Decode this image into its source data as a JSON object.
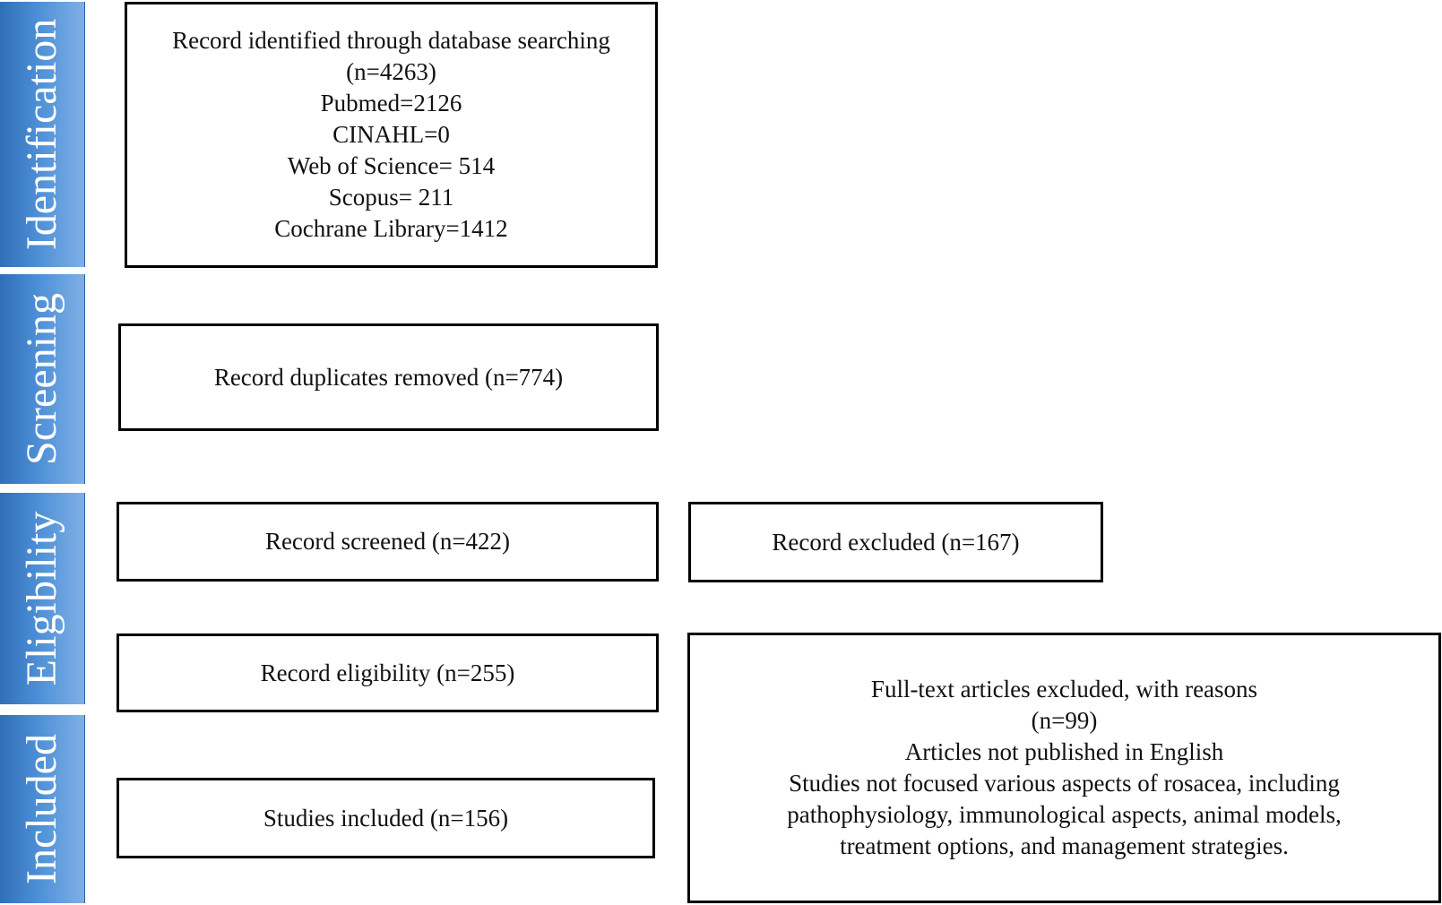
{
  "stages": {
    "identification": "Identification",
    "screening": "Screening",
    "eligibility": "Eligibility",
    "included": "Included"
  },
  "boxes": {
    "identified": {
      "lines": [
        "Record identified through database searching",
        "(n=4263)",
        "Pubmed=2126",
        "CINAHL=0",
        "Web of Science= 514",
        "Scopus= 211",
        "Cochrane Library=1412"
      ]
    },
    "duplicates": "Record duplicates removed (n=774)",
    "screened": "Record screened (n=422)",
    "excluded": "Record excluded (n=167)",
    "eligibility": "Record eligibility (n=255)",
    "included": "Studies included (n=156)",
    "fulltext_excluded": {
      "lines": [
        "Full-text articles excluded, with reasons",
        "(n=99)",
        "Articles not published in English",
        "Studies not focused various aspects of rosacea, including",
        "pathophysiology, immunological aspects, animal models,",
        "treatment options, and management strategies."
      ]
    }
  }
}
